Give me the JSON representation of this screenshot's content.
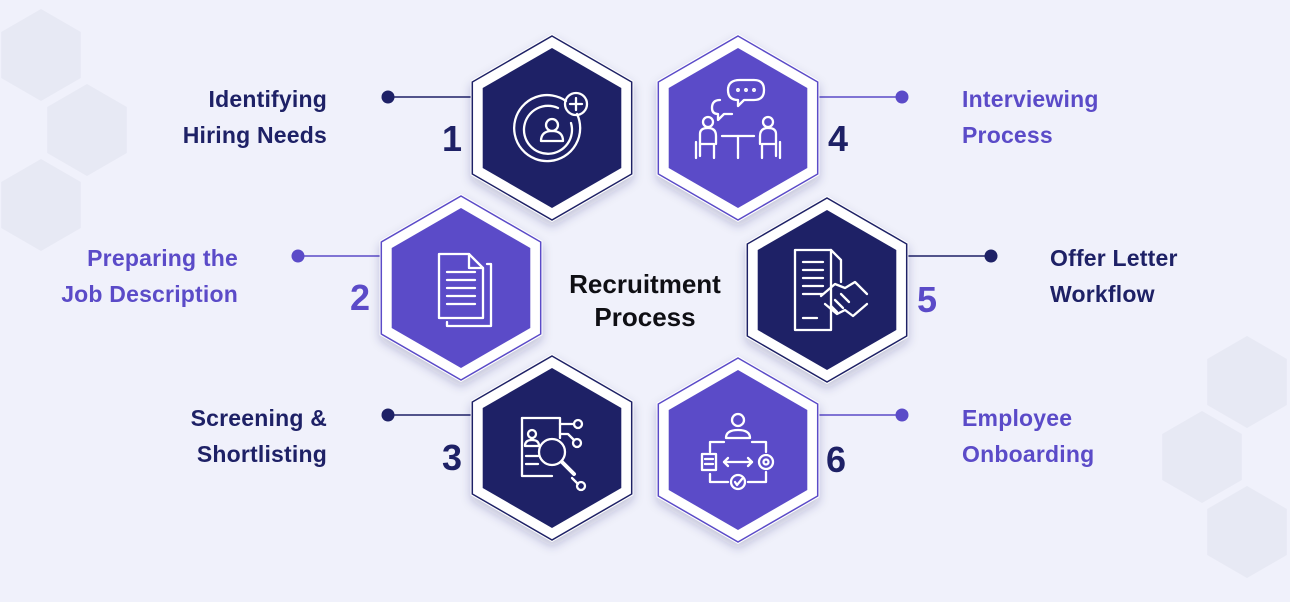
{
  "title_lines": [
    "Recruitment",
    "Process"
  ],
  "colors": {
    "background": "#f0f1fb",
    "navy": "#1e2166",
    "purple": "#5b4bc8",
    "deco_hex": "#e4e6f2"
  },
  "steps": [
    {
      "number": "1",
      "lines": [
        "Identifying",
        "Hiring Needs"
      ],
      "icon": "add-user-icon",
      "fill": "navy"
    },
    {
      "number": "2",
      "lines": [
        "Preparing the",
        "Job Description"
      ],
      "icon": "document-icon",
      "fill": "purple"
    },
    {
      "number": "3",
      "lines": [
        "Screening &",
        "Shortlisting"
      ],
      "icon": "resume-search-icon",
      "fill": "navy"
    },
    {
      "number": "4",
      "lines": [
        "Interviewing",
        "Process"
      ],
      "icon": "interview-meeting-icon",
      "fill": "purple"
    },
    {
      "number": "5",
      "lines": [
        "Offer Letter",
        "Workflow"
      ],
      "icon": "contract-handshake-icon",
      "fill": "navy"
    },
    {
      "number": "6",
      "lines": [
        "Employee",
        "Onboarding"
      ],
      "icon": "onboarding-workflow-icon",
      "fill": "purple"
    }
  ]
}
